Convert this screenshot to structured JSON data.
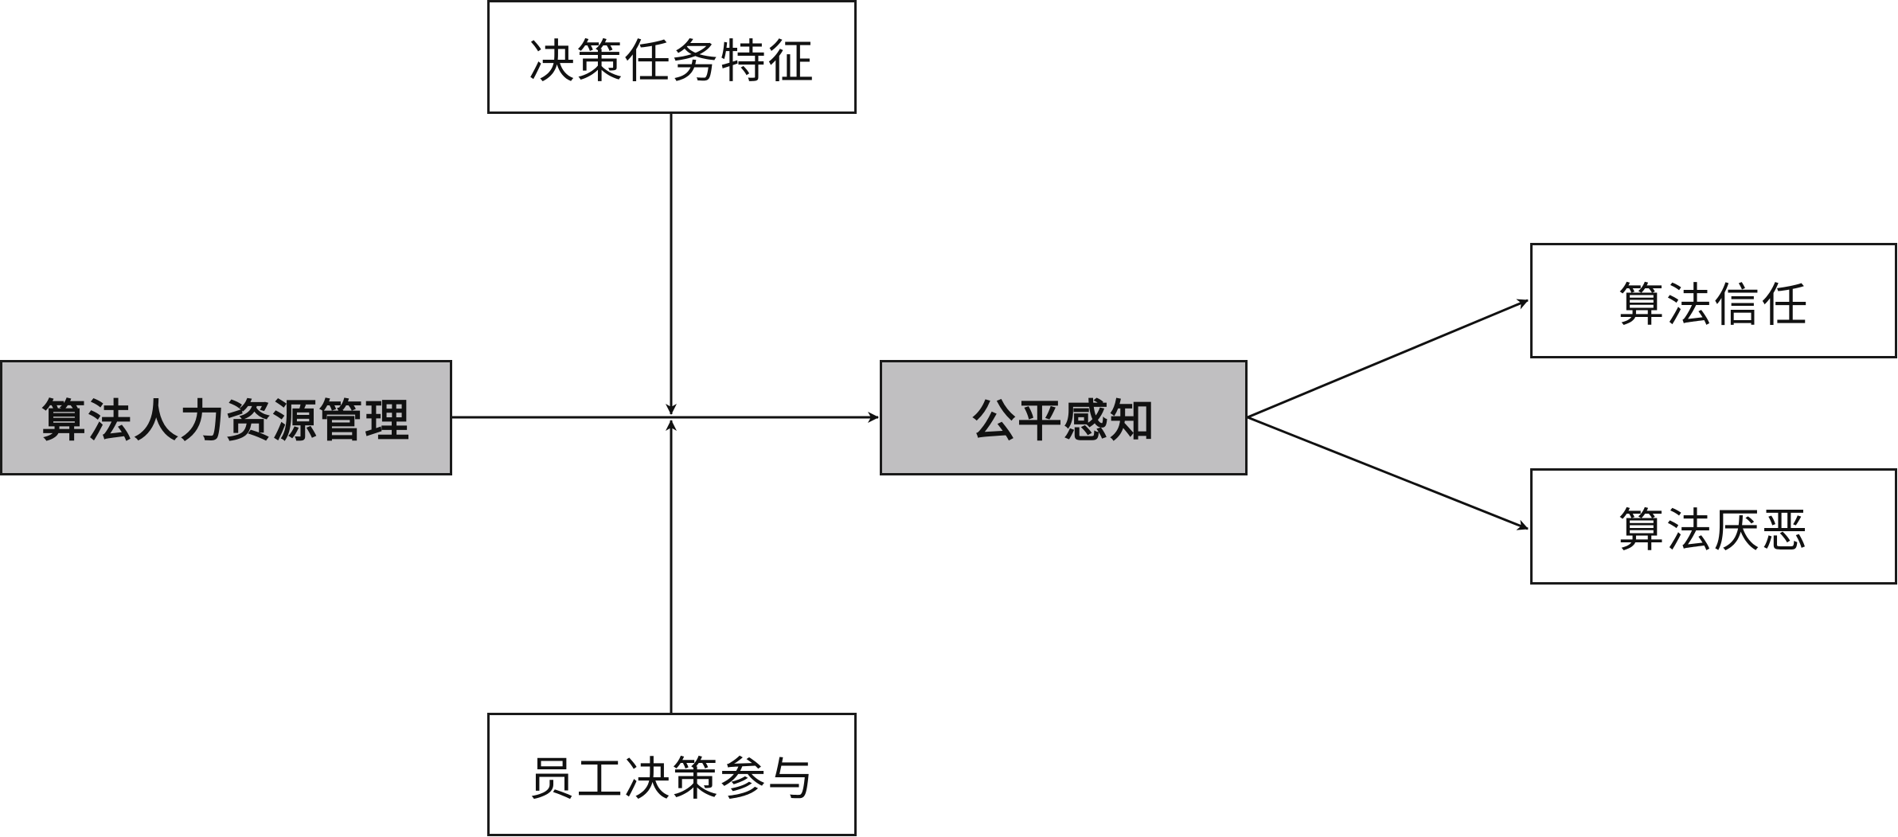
{
  "colors": {
    "core_fill": "#c0bfc1",
    "box_fill": "#ffffff",
    "border": "#1a1a1a",
    "arrow": "#111111"
  },
  "nodes": {
    "task_features": "决策任务特征",
    "employee_participation": "员工决策参与",
    "algorithmic_hrm": "算法人力资源管理",
    "fairness_perception": "公平感知",
    "algorithm_trust": "算法信任",
    "algorithm_aversion": "算法厌恶"
  }
}
